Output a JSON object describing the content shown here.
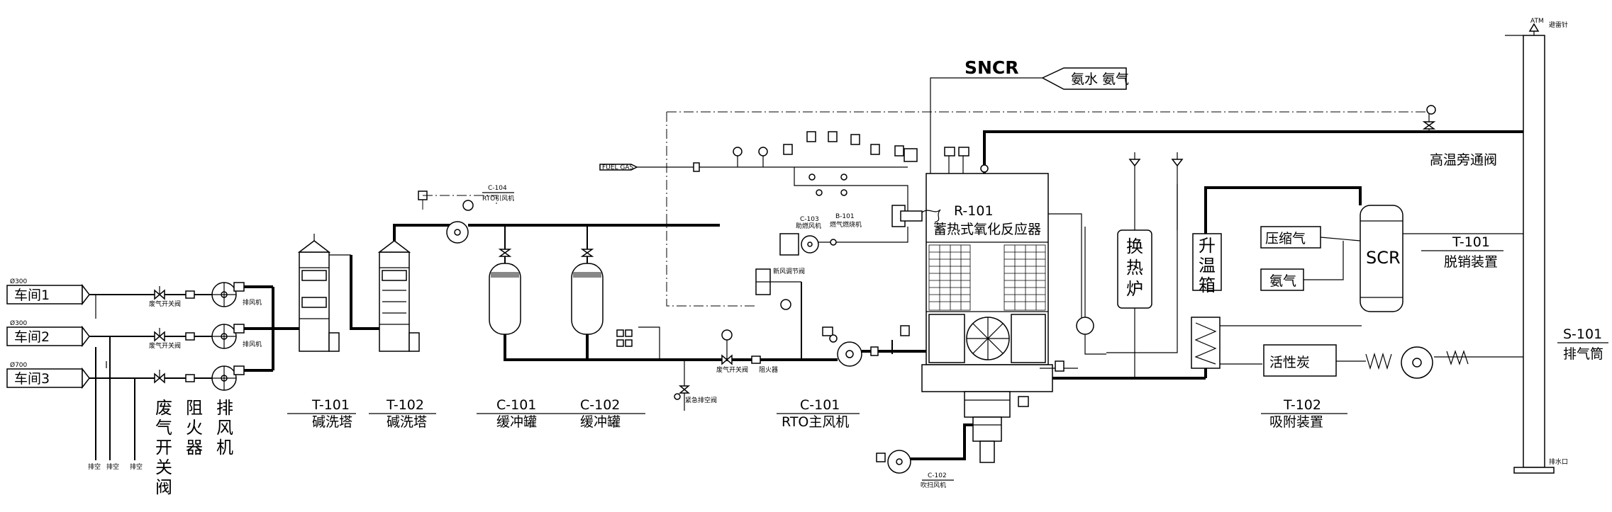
{
  "workshops": [
    "车间1",
    "车间2",
    "车间3"
  ],
  "workshop_pipe_sizes": [
    "Ø300",
    "Ø300",
    "Ø700"
  ],
  "vertical_legend": {
    "valve": "废气开关阀",
    "arrester": "阻火器",
    "fan": "排风机"
  },
  "small_labels": {
    "valve": "废气开关阀",
    "fan": "排风机",
    "vent": "排空",
    "rto_fan": "RTO引风机",
    "rto_fan_tag": "C-104",
    "burner_fan": "助燃风机",
    "burner_fan_tag": "C-103",
    "burner": "燃气燃烧机",
    "burner_tag": "B-101",
    "fuel": "FUEL GAS",
    "fresh_air": "新风调节阀",
    "waste_valve": "废气开关阀",
    "arrester": "阻火器",
    "emergency": "紧急排空阀",
    "purge_fan": "吹扫风机",
    "purge_tag": "C-102",
    "atm": "ATM",
    "lightning": "避雷针",
    "drain": "排水口"
  },
  "equipment": [
    {
      "tag": "T-101",
      "name": "碱洗塔"
    },
    {
      "tag": "T-102",
      "name": "碱洗塔"
    },
    {
      "tag": "C-101",
      "name": "缓冲罐"
    },
    {
      "tag": "C-102",
      "name": "缓冲罐"
    },
    {
      "tag": "C-101",
      "name": "RTO主风机"
    },
    {
      "tag": "T-102",
      "name": "吸附装置"
    },
    {
      "tag": "T-101",
      "name": "脱销装置"
    },
    {
      "tag": "S-101",
      "name": "排气筒"
    }
  ],
  "reactor": {
    "tag": "R-101",
    "name": "蓄热式氧化反应器"
  },
  "sncr": {
    "label": "SNCR",
    "feed": "氨水 氨气"
  },
  "bypass": "高温旁通阀",
  "heat_exchanger": [
    "换",
    "热",
    "炉"
  ],
  "heater_box": [
    "升",
    "温",
    "箱"
  ],
  "scr": {
    "label": "SCR",
    "air": "压缩气",
    "ammonia": "氨气"
  },
  "adsorbent": "活性炭"
}
